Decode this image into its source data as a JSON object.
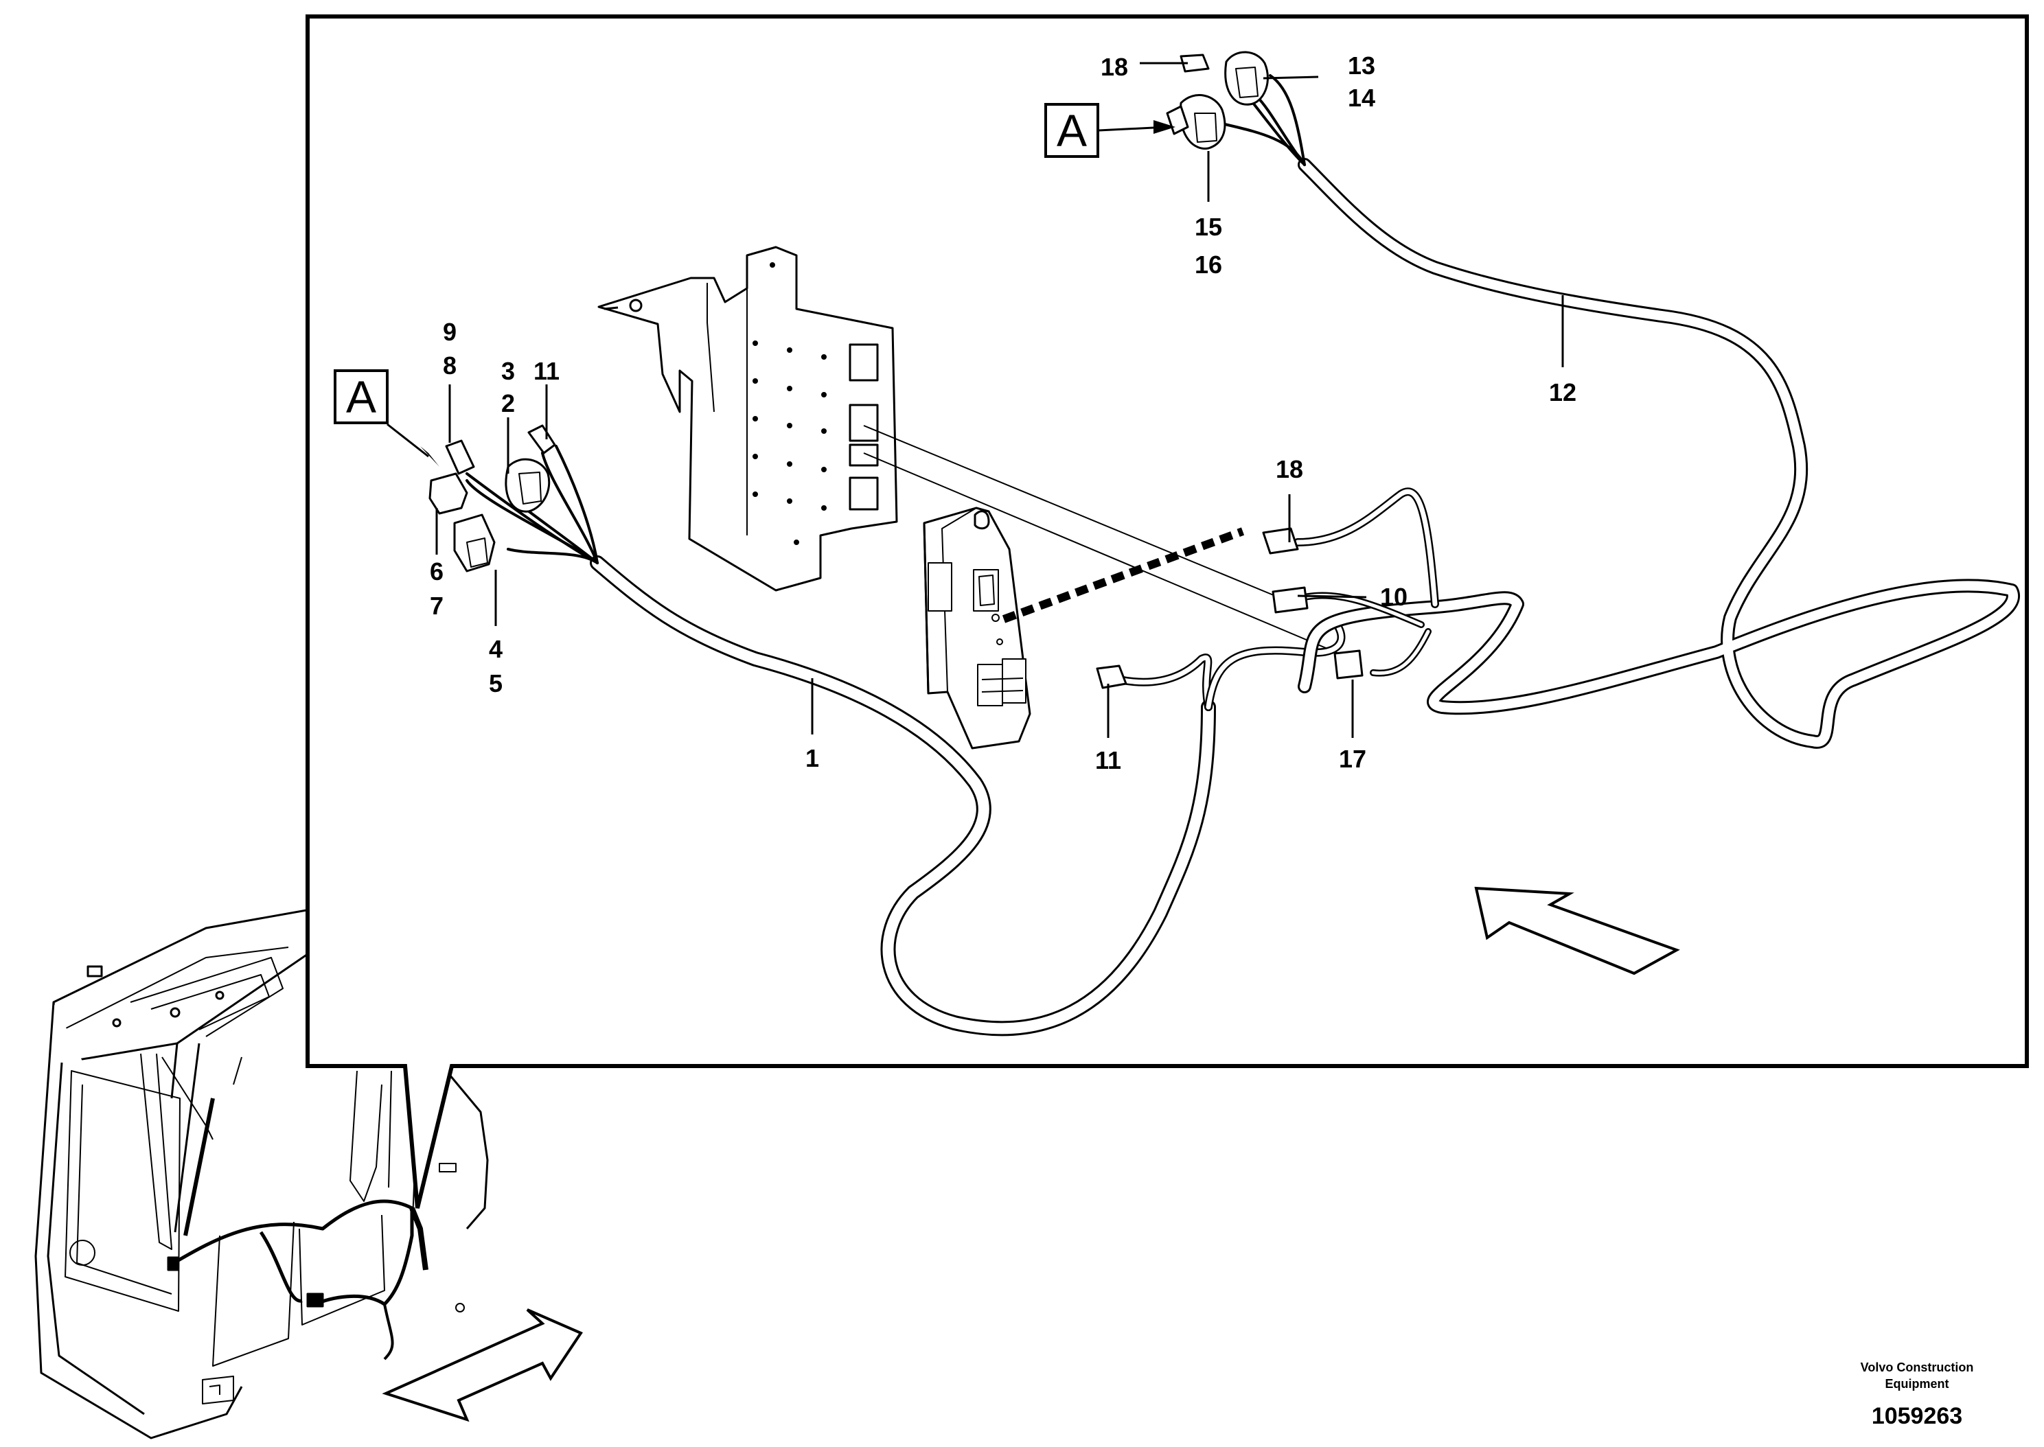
{
  "diagram": {
    "item_numbers": {
      "n1": "1",
      "n2": "2",
      "n3": "3",
      "n4": "4",
      "n5": "5",
      "n6": "6",
      "n7": "7",
      "n8": "8",
      "n9": "9",
      "n10": "10",
      "n11a": "11",
      "n11b": "11",
      "n12": "12",
      "n13": "13",
      "n14": "14",
      "n15": "15",
      "n16": "16",
      "n17": "17",
      "n18a": "18",
      "n18b": "18"
    },
    "detail_refs": {
      "left": "A",
      "top": "A"
    }
  },
  "footer": {
    "company_line1": "Volvo Construction",
    "company_line2": "Equipment",
    "document_number": "1059263"
  }
}
